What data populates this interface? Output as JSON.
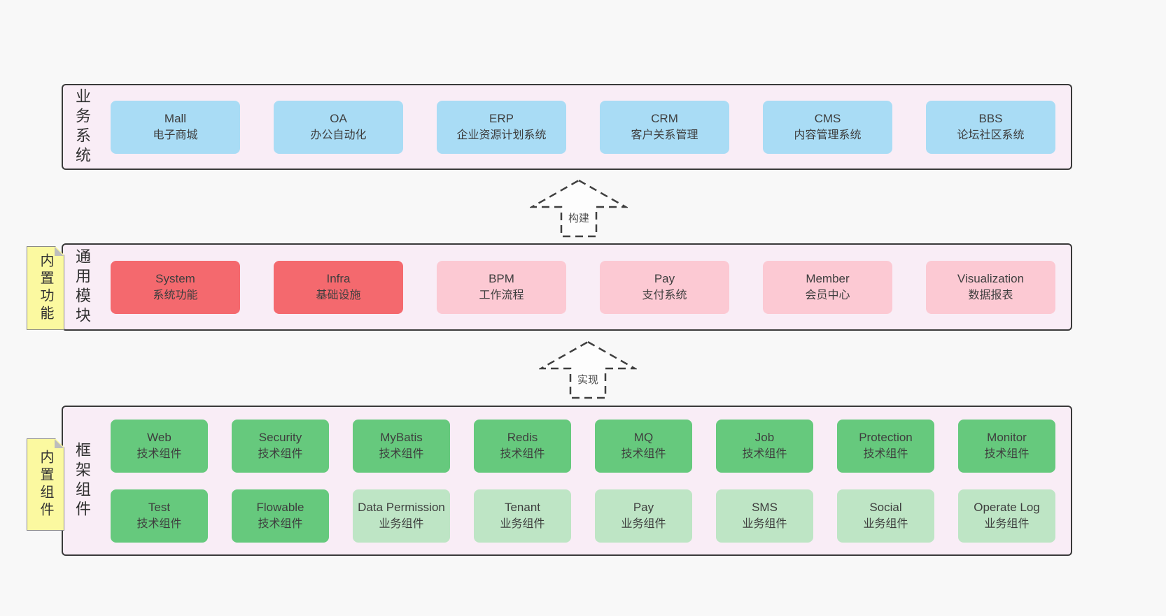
{
  "colors": {
    "page_bg": "#f8f8f8",
    "band_bg": "#f9edf6",
    "band_border": "#3a3a3a",
    "blue_box": "#a9dcf5",
    "red_box": "#f4696e",
    "pink_box": "#fcc9d3",
    "green_box": "#66c97d",
    "light_green_box": "#bee5c5",
    "sticky_yellow": "#fbf9a0"
  },
  "arrows": [
    {
      "label": "构建"
    },
    {
      "label": "实现"
    }
  ],
  "bands": [
    {
      "label": "业务系统",
      "boxes": [
        {
          "name": "Mall",
          "desc": "电子商城"
        },
        {
          "name": "OA",
          "desc": "办公自动化"
        },
        {
          "name": "ERP",
          "desc": "企业资源计划系统"
        },
        {
          "name": "CRM",
          "desc": "客户关系管理"
        },
        {
          "name": "CMS",
          "desc": "内容管理系统"
        },
        {
          "name": "BBS",
          "desc": "论坛社区系统"
        }
      ]
    },
    {
      "label": "通用模块",
      "sticky": "内置功能",
      "boxes": [
        {
          "name": "System",
          "desc": "系统功能"
        },
        {
          "name": "Infra",
          "desc": "基础设施"
        },
        {
          "name": "BPM",
          "desc": "工作流程"
        },
        {
          "name": "Pay",
          "desc": "支付系统"
        },
        {
          "name": "Member",
          "desc": "会员中心"
        },
        {
          "name": "Visualization",
          "desc": "数据报表"
        }
      ]
    },
    {
      "label": "框架组件",
      "sticky": "内置组件",
      "rows": [
        [
          {
            "name": "Web",
            "desc": "技术组件"
          },
          {
            "name": "Security",
            "desc": "技术组件"
          },
          {
            "name": "MyBatis",
            "desc": "技术组件"
          },
          {
            "name": "Redis",
            "desc": "技术组件"
          },
          {
            "name": "MQ",
            "desc": "技术组件"
          },
          {
            "name": "Job",
            "desc": "技术组件"
          },
          {
            "name": "Protection",
            "desc": "技术组件"
          },
          {
            "name": "Monitor",
            "desc": "技术组件"
          }
        ],
        [
          {
            "name": "Test",
            "desc": "技术组件"
          },
          {
            "name": "Flowable",
            "desc": "技术组件"
          },
          {
            "name": "Data Permission",
            "desc": "业务组件"
          },
          {
            "name": "Tenant",
            "desc": "业务组件"
          },
          {
            "name": "Pay",
            "desc": "业务组件"
          },
          {
            "name": "SMS",
            "desc": "业务组件"
          },
          {
            "name": "Social",
            "desc": "业务组件"
          },
          {
            "name": "Operate Log",
            "desc": "业务组件"
          }
        ]
      ]
    }
  ]
}
